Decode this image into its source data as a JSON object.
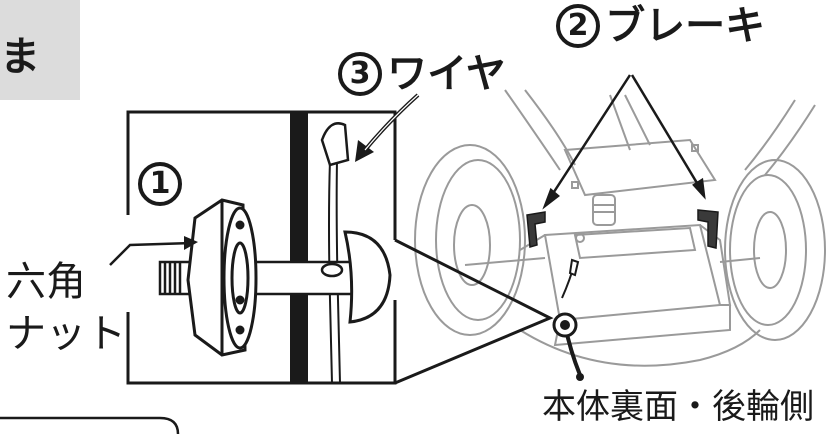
{
  "corner_tab": {
    "text": "ま"
  },
  "labels": {
    "brake": {
      "number": "2",
      "text": "ブレーキ"
    },
    "wire": {
      "number": "3",
      "text": "ワイヤ"
    },
    "part1": {
      "number": "1"
    },
    "hex_nut_line1": "六角",
    "hex_nut_line2": "ナット",
    "caption": "本体裏面・後輪側"
  },
  "colors": {
    "ink": "#1a1a1a",
    "light_line": "#9a9a9a",
    "tab_gray": "#dcdcdc"
  }
}
